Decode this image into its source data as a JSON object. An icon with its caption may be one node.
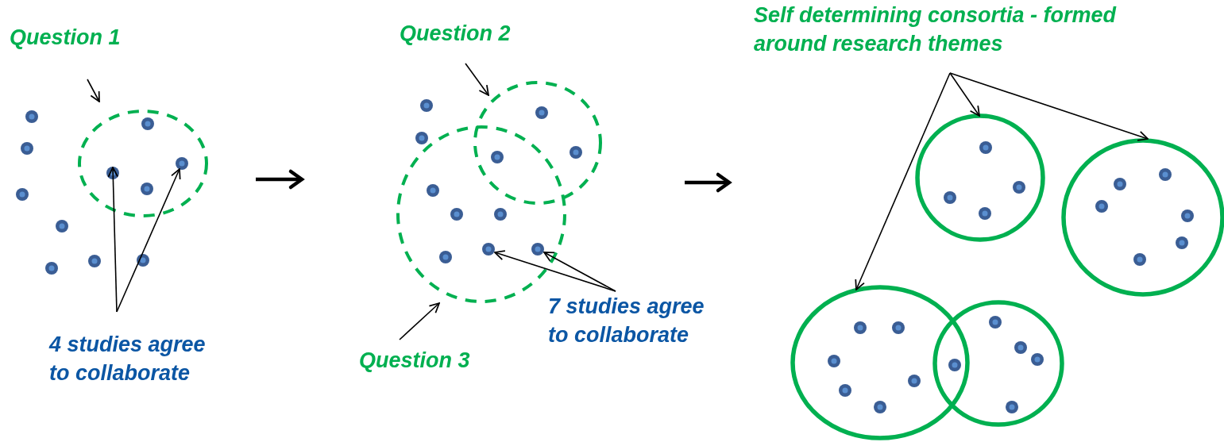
{
  "diagram": {
    "nodes": [
      {
        "text": [
          "Question 1"
        ]
      },
      {
        "text": [],
        "shape": "circle"
      },
      {
        "text": [],
        "shape": "circle",
        "in": 1
      },
      {
        "text": [],
        "shape": "circle",
        "in": 1
      },
      {
        "text": [],
        "shape": "circle",
        "in": 1
      },
      {
        "text": [],
        "shape": "circle",
        "in": 1
      },
      {
        "text": [],
        "shape": "circle"
      },
      {
        "text": [],
        "shape": "circle"
      },
      {
        "text": [],
        "shape": "circle"
      },
      {
        "text": [],
        "shape": "circle"
      },
      {
        "text": [],
        "shape": "circle"
      },
      {
        "text": [],
        "shape": "circle"
      },
      {
        "text": [],
        "shape": "circle"
      },
      {
        "text": [
          "4 studies agree to collaborate"
        ]
      },
      {
        "text": [
          "Question 2"
        ]
      },
      {
        "text": [],
        "shape": "circle"
      },
      {
        "text": [],
        "shape": "circle",
        "in": 15
      },
      {
        "text": [],
        "shape": "circle",
        "in": 15
      },
      {
        "text": [],
        "shape": "circle"
      },
      {
        "text": [],
        "shape": "circle"
      },
      {
        "text": [],
        "shape": "circle",
        "in": 19
      },
      {
        "text": [],
        "shape": "circle",
        "in": 19
      },
      {
        "text": [],
        "shape": "circle",
        "in": 19
      },
      {
        "text": [],
        "shape": "circle",
        "in": 19
      },
      {
        "text": [],
        "shape": "circle",
        "in": 19
      },
      {
        "text": [],
        "shape": "circle",
        "in": 19
      },
      {
        "text": [],
        "shape": "circle"
      },
      {
        "text": [],
        "shape": "circle"
      },
      {
        "text": [
          "Question 3"
        ]
      },
      {
        "text": [
          "7 studies agree to collaborate"
        ]
      },
      {
        "text": [
          "Self determining consortia - formed around research themes"
        ]
      },
      {
        "text": [],
        "shape": "circle"
      },
      {
        "text": [],
        "shape": "circle",
        "in": 31
      },
      {
        "text": [],
        "shape": "circle",
        "in": 31
      },
      {
        "text": [],
        "shape": "circle",
        "in": 31
      },
      {
        "text": [],
        "shape": "circle",
        "in": 31
      },
      {
        "text": [],
        "shape": "circle"
      },
      {
        "text": [],
        "shape": "circle",
        "in": 36
      },
      {
        "text": [],
        "shape": "circle",
        "in": 36
      },
      {
        "text": [],
        "shape": "circle",
        "in": 36
      },
      {
        "text": [],
        "shape": "circle",
        "in": 36
      },
      {
        "text": [],
        "shape": "circle",
        "in": 36
      },
      {
        "text": [],
        "shape": "circle",
        "in": 36
      },
      {
        "text": [],
        "shape": "circle"
      },
      {
        "text": [],
        "shape": "circle",
        "in": 43
      },
      {
        "text": [],
        "shape": "circle",
        "in": 43
      },
      {
        "text": [],
        "shape": "circle",
        "in": 43
      },
      {
        "text": [],
        "shape": "circle",
        "in": 43
      },
      {
        "text": [],
        "shape": "circle",
        "in": 43
      },
      {
        "text": [],
        "shape": "circle",
        "in": 43
      },
      {
        "text": [],
        "shape": "circle"
      },
      {
        "text": [],
        "shape": "circle"
      },
      {
        "text": [],
        "shape": "circle",
        "in": 51
      },
      {
        "text": [],
        "shape": "circle",
        "in": 51
      },
      {
        "text": [],
        "shape": "circle",
        "in": 51
      },
      {
        "text": [],
        "shape": "circle",
        "in": 51
      }
    ],
    "edges": [
      {
        "from": 0,
        "to": 1,
        "arrow": "to"
      },
      {
        "from": 13,
        "to": 3,
        "arrow": "to"
      },
      {
        "from": 13,
        "to": 4,
        "arrow": "to"
      },
      {
        "from": 14,
        "to": 15,
        "arrow": "to"
      },
      {
        "from": 28,
        "to": 19,
        "arrow": "to"
      },
      {
        "from": 29,
        "to": 24,
        "arrow": "to"
      },
      {
        "from": 29,
        "to": 25,
        "arrow": "to"
      },
      {
        "from": 30,
        "to": 31,
        "arrow": "to"
      },
      {
        "from": 30,
        "to": 36,
        "arrow": "to"
      },
      {
        "from": 30,
        "to": 43,
        "arrow": "to"
      }
    ]
  }
}
